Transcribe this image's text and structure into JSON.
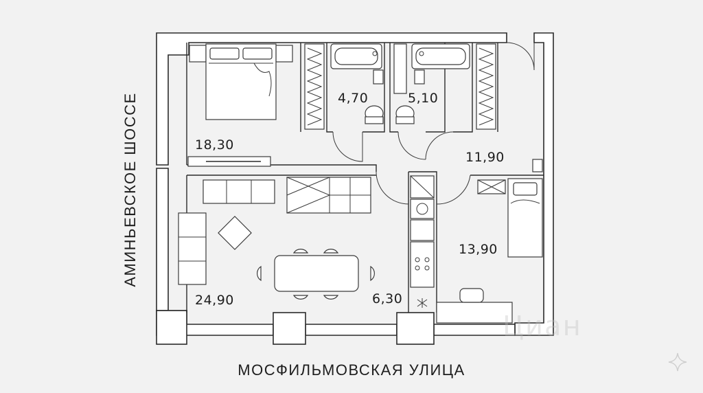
{
  "plan": {
    "rooms": [
      {
        "id": "bedroom",
        "area": "18,30"
      },
      {
        "id": "bathroom-1",
        "area": "4,70"
      },
      {
        "id": "bathroom-2",
        "area": "5,10"
      },
      {
        "id": "hall",
        "area": "11,90"
      },
      {
        "id": "bedroom-2",
        "area": "13,90"
      },
      {
        "id": "living-room",
        "area": "24,90"
      },
      {
        "id": "kitchen",
        "area": "6,30"
      }
    ],
    "streets": {
      "bottom": "МОСФИЛЬМОВСКАЯ УЛИЦА",
      "left": "АМИНЬЕВСКОЕ ШОССЕ"
    },
    "watermark": "Циан"
  }
}
